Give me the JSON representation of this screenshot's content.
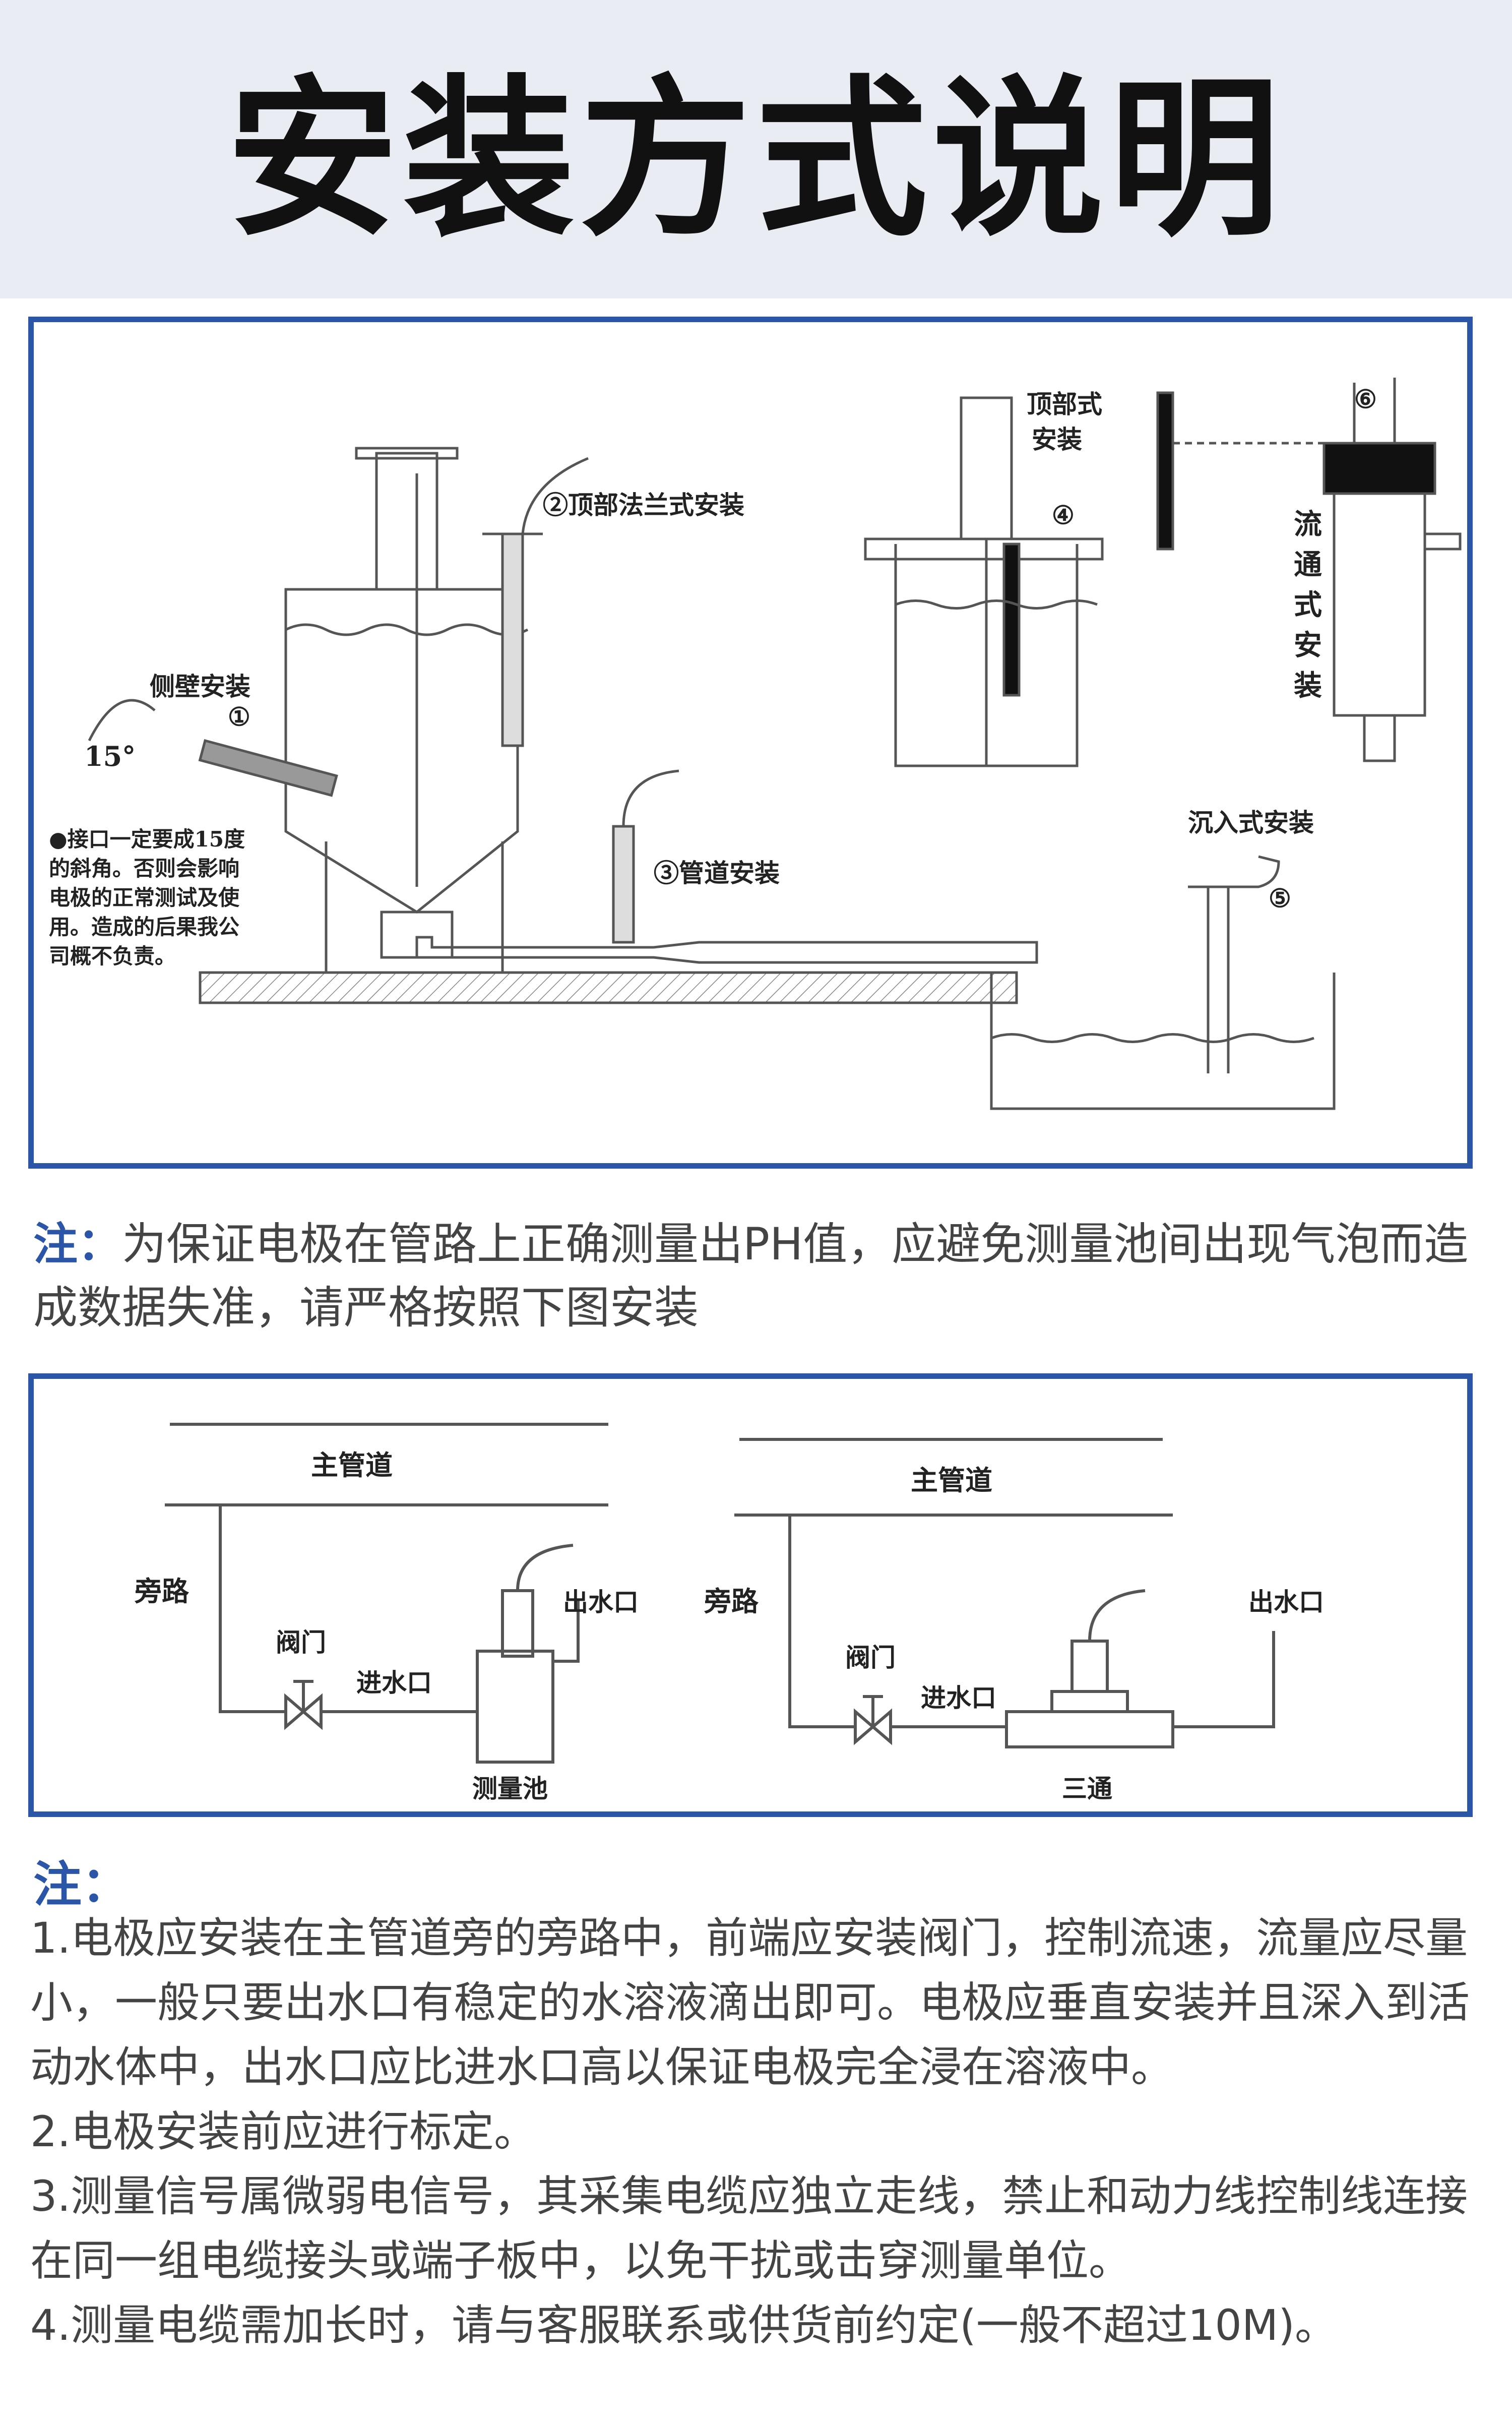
{
  "header": {
    "title": "安装方式说明"
  },
  "diagram1": {
    "side_wall": "侧壁安装",
    "side_wall_num": "①",
    "angle": "15°",
    "top_flange": "②顶部法兰式安装",
    "pipe": "③管道安装",
    "top": "顶部式",
    "top2": "安装",
    "top_num": "④",
    "sink": "沉入式安装",
    "sink_num": "⑤",
    "flow_num": "⑥",
    "flow": [
      "流",
      "通",
      "式",
      "安",
      "装"
    ],
    "warning": [
      "●接口一定要成15度",
      "的斜角。否则会影响",
      "电极的正常测试及使",
      "用。造成的后果我公",
      "司概不负责。"
    ]
  },
  "note1": {
    "label": "注：",
    "text": "为保证电极在管路上正确测量出PH值，应避免测量池间出现气泡而造成数据失准，请严格按照下图安装"
  },
  "diagram2": {
    "left": {
      "main": "主管道",
      "bypass": "旁路",
      "valve": "阀门",
      "inlet": "进水口",
      "outlet": "出水口",
      "pool": "测量池"
    },
    "right": {
      "main": "主管道",
      "bypass": "旁路",
      "valve": "阀门",
      "inlet": "进水口",
      "outlet": "出水口",
      "tee": "三通"
    }
  },
  "notes": {
    "title": "注：",
    "items": [
      "1.电极应安装在主管道旁的旁路中，前端应安装阀门，控制流速，流量应尽量小，一般只要出水口有稳定的水溶液滴出即可。电极应垂直安装并且深入到活动水体中，出水口应比进水口高以保证电极完全浸在溶液中。",
      "2.电极安装前应进行标定。",
      "3.测量信号属微弱电信号，其采集电缆应独立走线，禁止和动力线控制线连接在同一组电缆接头或端子板中，以免干扰或击穿测量单位。",
      "4.测量电缆需加长时，请与客服联系或供货前约定(一般不超过10M)。"
    ]
  },
  "colors": {
    "accent": "#2b56a8",
    "header_bg": "#e9edf3"
  }
}
